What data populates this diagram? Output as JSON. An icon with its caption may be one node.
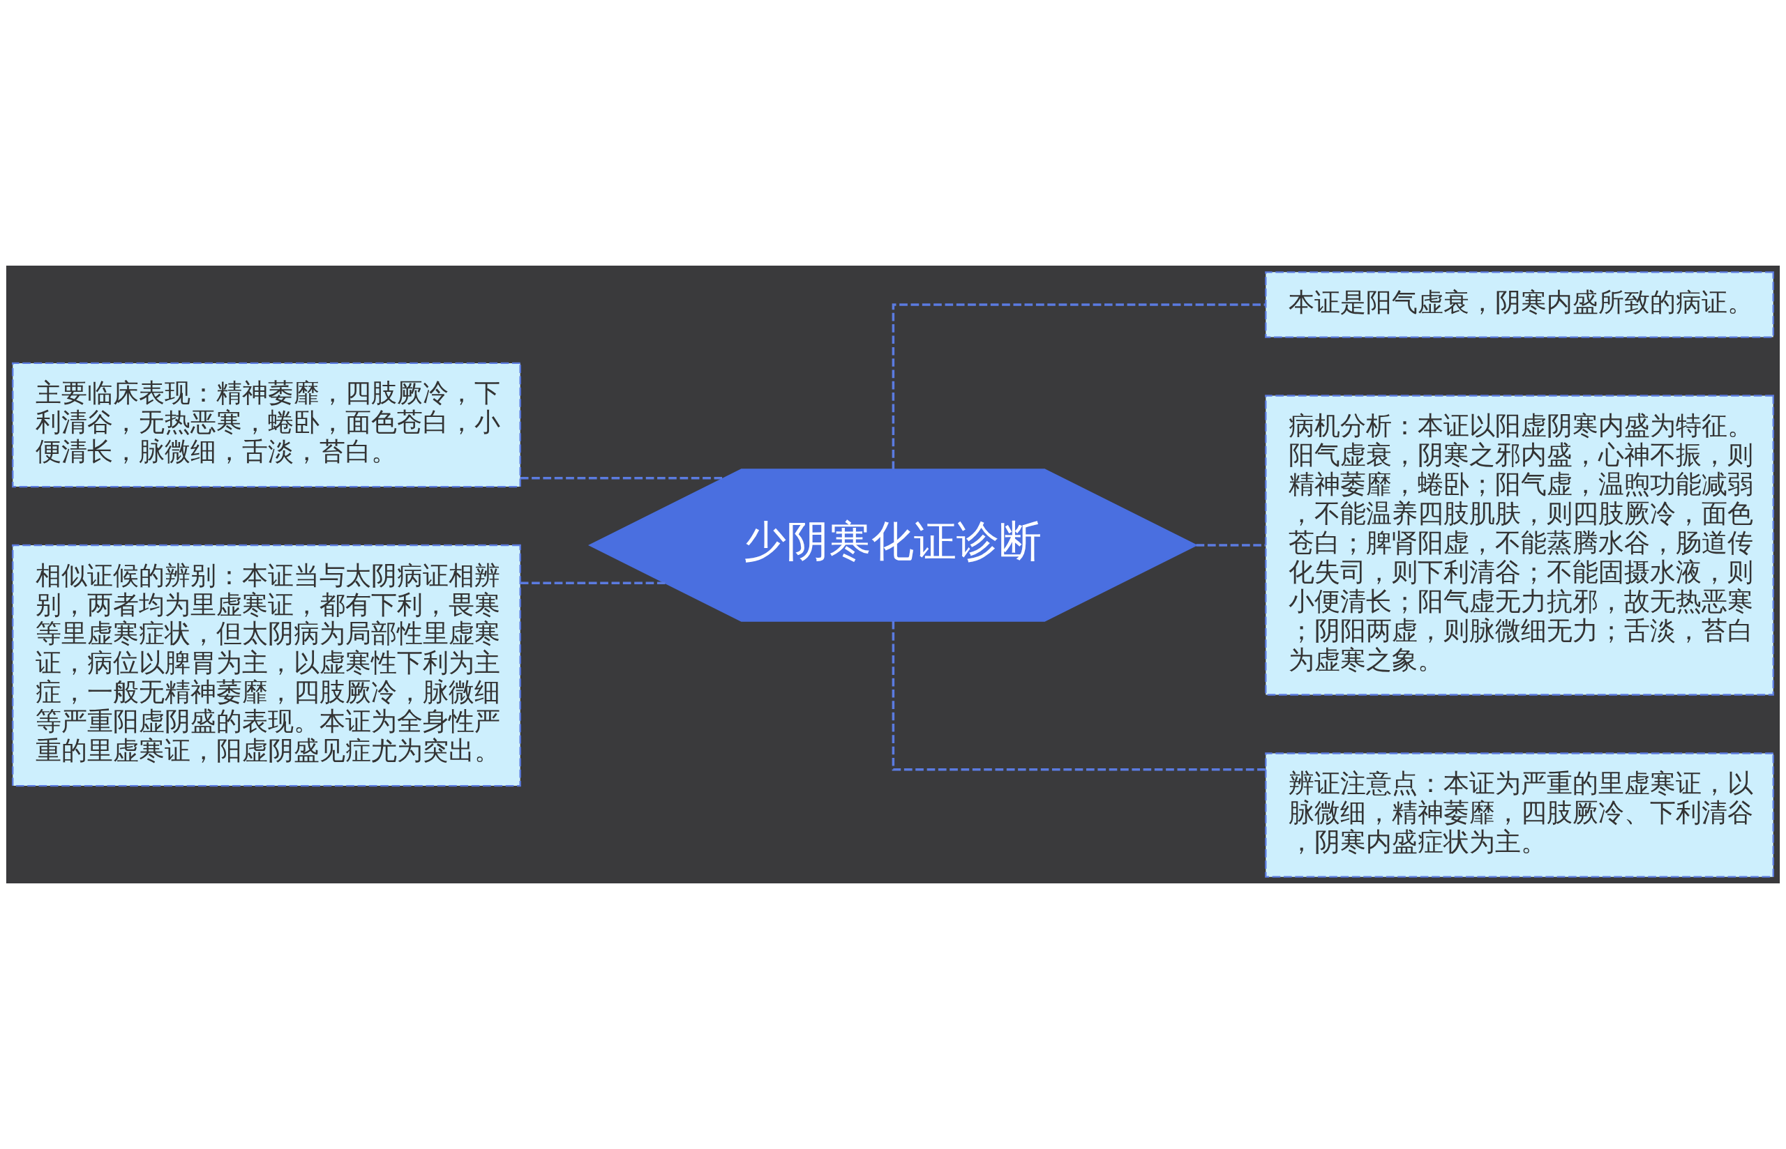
{
  "diagram": {
    "nodes": [
      {
        "text": [
          "少阴寒化证诊断"
        ]
      },
      {
        "text": [
          "主要临床表现：精神萎靡，四肢厥冷，下利清谷，无热恶寒，蜷卧，面色苍白，小便清长，脉微细，舌淡，苔白。"
        ]
      },
      {
        "text": [
          "相似证候的辨别：本证当与太阴病证相辨别，两者均为里虚寒证，都有下利，畏寒等里虚寒症状，但太阴病为局部性里虚寒证，病位以脾胃为主，以虚寒性下利为主症，一般无精神萎靡，四肢厥冷，脉微细等严重阳虚阴盛的表现。本证为全身性严重的里虚寒证，阳虚阴盛见症尤为突出。"
        ]
      },
      {
        "text": [
          "本证是阳气虚衰，阴寒内盛所致的病证。"
        ]
      },
      {
        "text": [
          "病机分析：本证以阳虚阴寒内盛为特征。阳气虚衰，阴寒之邪内盛，心神不振，则精神萎靡，蜷卧；阳气虚，温煦功能减弱，不能温养四肢肌肤，则四肢厥冷，面色苍白；脾肾阳虚，不能蒸腾水谷，肠道传化失司，则下利清谷；不能固摄水液，则小便清长；阳气虚无力抗邪，故无热恶寒；阴阳两虚，则脉微细无力；舌淡，苔白为虚寒之象。"
        ]
      },
      {
        "text": [
          "辨证注意点：本证为严重的里虚寒证，以脉微细，精神萎靡，四肢厥冷、下利清谷，阴寒内盛症状为主。"
        ]
      }
    ],
    "edges": [
      {
        "from": 0,
        "to": 1,
        "arrow": "none",
        "style": "dashed"
      },
      {
        "from": 0,
        "to": 2,
        "arrow": "none",
        "style": "dashed"
      },
      {
        "from": 0,
        "to": 3,
        "arrow": "none",
        "style": "dashed"
      },
      {
        "from": 0,
        "to": 4,
        "arrow": "none",
        "style": "dashed"
      },
      {
        "from": 0,
        "to": 5,
        "arrow": "none",
        "style": "dashed"
      }
    ]
  }
}
